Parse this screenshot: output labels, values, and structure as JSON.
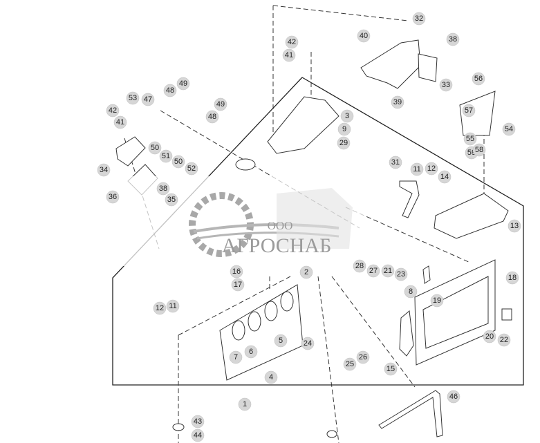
{
  "callouts": [
    "32",
    "40",
    "38",
    "42",
    "41",
    "33",
    "39",
    "56",
    "49",
    "49",
    "48",
    "48",
    "53",
    "47",
    "42",
    "41",
    "3",
    "9",
    "29",
    "57",
    "54",
    "55",
    "59",
    "58",
    "50",
    "51",
    "50",
    "52",
    "34",
    "31",
    "11",
    "12",
    "14",
    "38",
    "35",
    "36",
    "13",
    "28",
    "27",
    "21",
    "23",
    "16",
    "17",
    "2",
    "8",
    "18",
    "19",
    "12",
    "11",
    "5",
    "6",
    "7",
    "24",
    "25",
    "26",
    "20",
    "22",
    "15",
    "4",
    "1",
    "46",
    "43",
    "44"
  ],
  "watermark": {
    "prefix": "ООО",
    "name": "АГРОСНАБ"
  },
  "colors": {
    "callout_fill": "#d6d6d6",
    "line": "#222222",
    "watermark": "#8a8a8a"
  }
}
